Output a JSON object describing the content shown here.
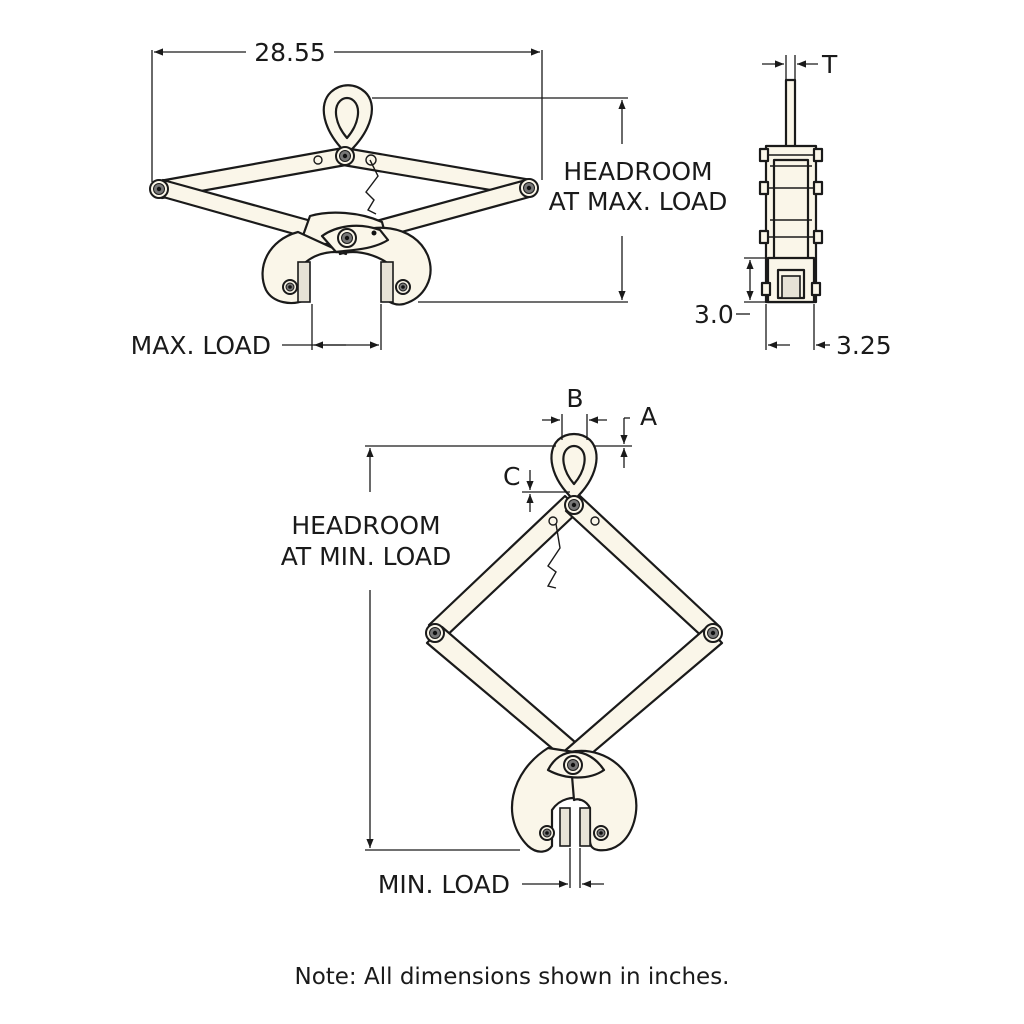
{
  "diagram": {
    "top_view": {
      "width_dim": "28.55",
      "headroom_label_line1": "HEADROOM",
      "headroom_label_line2": "AT MAX. LOAD",
      "load_label": "MAX. LOAD"
    },
    "side_view": {
      "thickness_label": "T",
      "height_dim": "3.0",
      "width_dim": "3.25"
    },
    "bottom_view": {
      "label_a": "A",
      "label_b": "B",
      "label_c": "C",
      "headroom_label_line1": "HEADROOM",
      "headroom_label_line2": "AT MIN. LOAD",
      "load_label": "MIN. LOAD"
    },
    "note": "Note: All dimensions shown in inches."
  }
}
